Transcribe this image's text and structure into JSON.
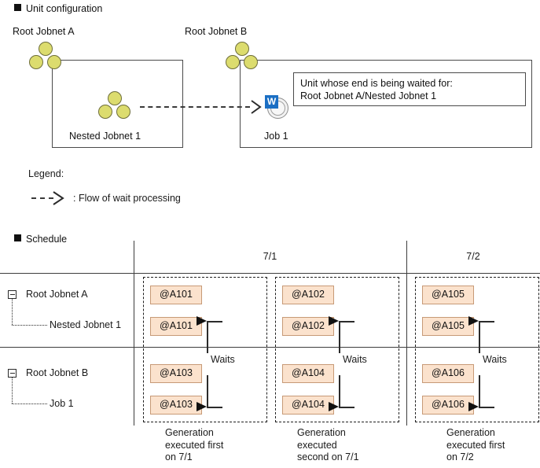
{
  "sections": {
    "unit_config_title": "Unit configuration",
    "schedule_title": "Schedule"
  },
  "unit_config": {
    "root_a_label": "Root Jobnet A",
    "root_b_label": "Root Jobnet B",
    "nested_jobnet_label": "Nested Jobnet 1",
    "job_label": "Job 1",
    "job_icon_badge": "W",
    "callout_line1": "Unit whose end is being waited for:",
    "callout_line2": "Root Jobnet A/Nested Jobnet 1"
  },
  "legend": {
    "title": "Legend:",
    "entry_text": ": Flow of wait processing"
  },
  "schedule": {
    "columns": [
      {
        "label": "7/1"
      },
      {
        "label": "7/2"
      }
    ],
    "rows": [
      {
        "parent": "Root Jobnet A",
        "child": "Nested Jobnet 1"
      },
      {
        "parent": "Root Jobnet B",
        "child": "Job 1"
      }
    ],
    "generations": [
      {
        "top_parent": "@A101",
        "top_child": "@A101",
        "bottom_parent": "@A103",
        "bottom_child": "@A103",
        "waits_label": "Waits",
        "caption": "Generation\nexecuted first\non 7/1"
      },
      {
        "top_parent": "@A102",
        "top_child": "@A102",
        "bottom_parent": "@A104",
        "bottom_child": "@A104",
        "waits_label": "Waits",
        "caption": "Generation\nexecuted\nsecond on 7/1"
      },
      {
        "top_parent": "@A105",
        "top_child": "@A105",
        "bottom_parent": "@A106",
        "bottom_child": "@A106",
        "waits_label": "Waits",
        "caption": "Generation\nexecuted first\non 7/2"
      }
    ]
  },
  "colors": {
    "jobnet_circle": "#dcdc6e",
    "job_badge": "#1b6fc4",
    "generation_box": "#fbe2cd",
    "rule": "#3d3d3d"
  }
}
